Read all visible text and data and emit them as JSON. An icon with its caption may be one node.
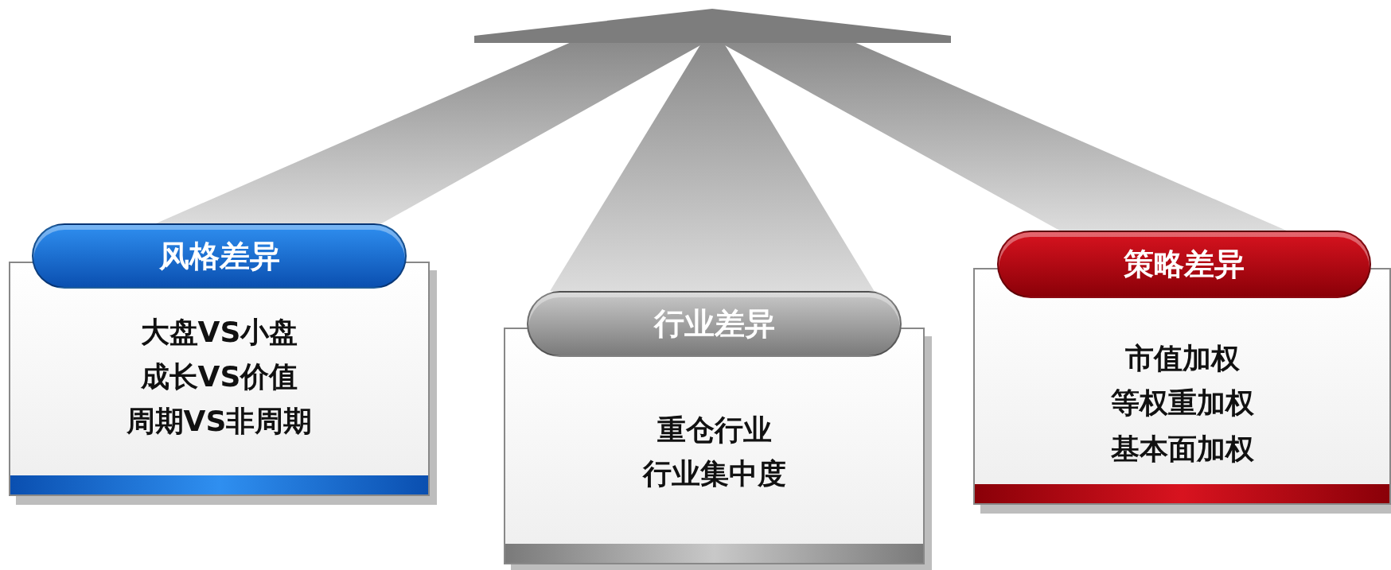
{
  "diagram": {
    "nodes": [
      {
        "text": [],
        "shape": "bar"
      },
      {
        "text": [
          "风格差异",
          "大盘VS小盘",
          "成长VS价值",
          "周期VS非周期"
        ]
      },
      {
        "text": [
          "行业差异",
          "重仓行业",
          "行业集中度"
        ]
      },
      {
        "text": [
          "策略差异",
          "市值加权",
          "等权重加权",
          "基本面加权"
        ]
      }
    ],
    "edges": [
      {
        "from": 0,
        "to": 1,
        "arrow": "none"
      },
      {
        "from": 0,
        "to": 2,
        "arrow": "none"
      },
      {
        "from": 0,
        "to": 3,
        "arrow": "none"
      }
    ]
  }
}
